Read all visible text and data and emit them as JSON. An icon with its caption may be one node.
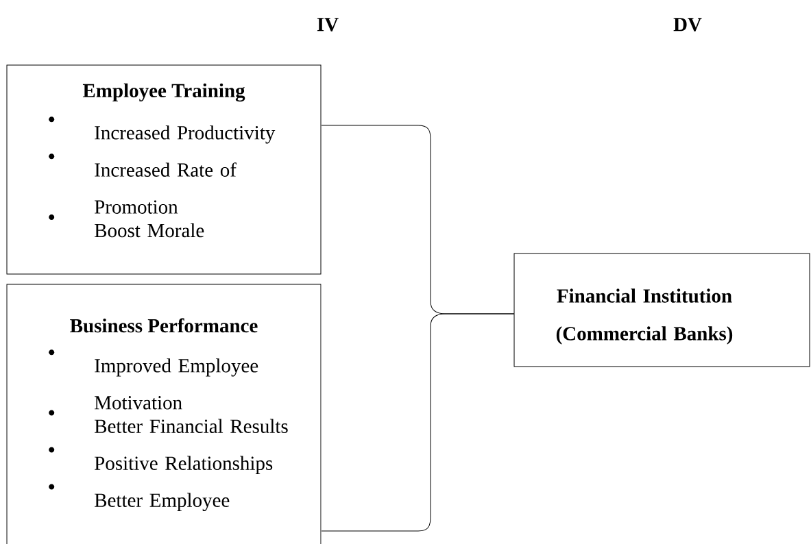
{
  "diagram": {
    "nodes": [
      {
        "text": [
          "Employee Training",
          "Increased Productivity",
          "Increased Rate of Promotion",
          "Boost Morale"
        ]
      },
      {
        "text": [
          "Business Performance",
          "Improved Employee Motivation",
          "Better Financial Results",
          "Positive Relationships",
          "Better Employee"
        ]
      },
      {
        "text": [
          "Financial Institution (Commercial Banks)"
        ]
      }
    ],
    "edges": [
      {
        "from": 0,
        "to": 2,
        "arrow": "none"
      },
      {
        "from": 1,
        "to": 2,
        "arrow": "none"
      }
    ],
    "labels": [
      "IV",
      "DV"
    ]
  }
}
